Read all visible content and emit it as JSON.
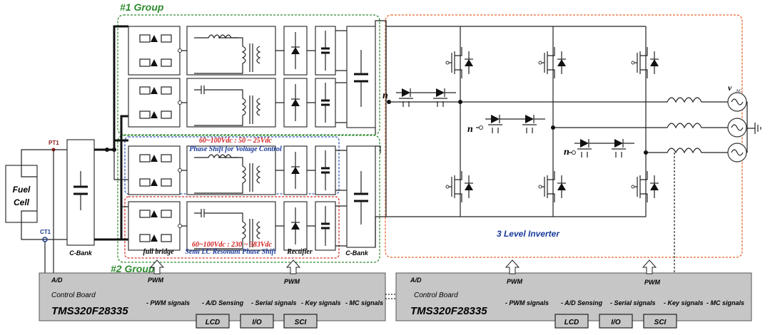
{
  "labels": {
    "group1": "#1 Group",
    "group2": "#2 Group",
    "fuel_cell_1": "Fuel",
    "fuel_cell_2": "Cell",
    "pt1": "PT1",
    "ct1": "CT1",
    "c_bank": "C-Bank",
    "full_bridge": "full bridge",
    "resonant": "Semi LC Resonant Phase Shift",
    "rectifier": "Rectifier",
    "voltage_1": "60~100Vdc : 50 ~ 25Vdc",
    "phase_shift": "Phase Shift for Voltage Control",
    "voltage_2": "60~100Vdc : 230 ~ 383Vdc",
    "n": "n",
    "inverter": "3 Level Inverter",
    "vac": "v",
    "vac_sub": "AC"
  },
  "board1": {
    "ad": "A/D",
    "pwm": "PWM",
    "title": "Control Board",
    "chip": "TMS320F28335",
    "signals": [
      "- PWM signals",
      "- A/D Sensing",
      "- Serial signals",
      "- Key signals",
      "- MC signals"
    ],
    "buttons": [
      "LCD",
      "I/O",
      "SCI"
    ]
  },
  "board2": {
    "ad": "A/D",
    "pwm": "PWM",
    "title": "Control Board",
    "chip": "TMS320F28335",
    "signals": [
      "- PWM signals",
      "- A/D Sensing",
      "- Serial signals",
      "- Key signals",
      "- MC signals"
    ],
    "buttons": [
      "LCD",
      "I/O",
      "SCI"
    ]
  },
  "colors": {
    "group_outline": "#2e8b2e",
    "inverter_outline": "#e8662a",
    "phase_shift_outline": "#3355bb",
    "resonant_outline": "#d03030",
    "board_fill": "#c6c6c6"
  }
}
